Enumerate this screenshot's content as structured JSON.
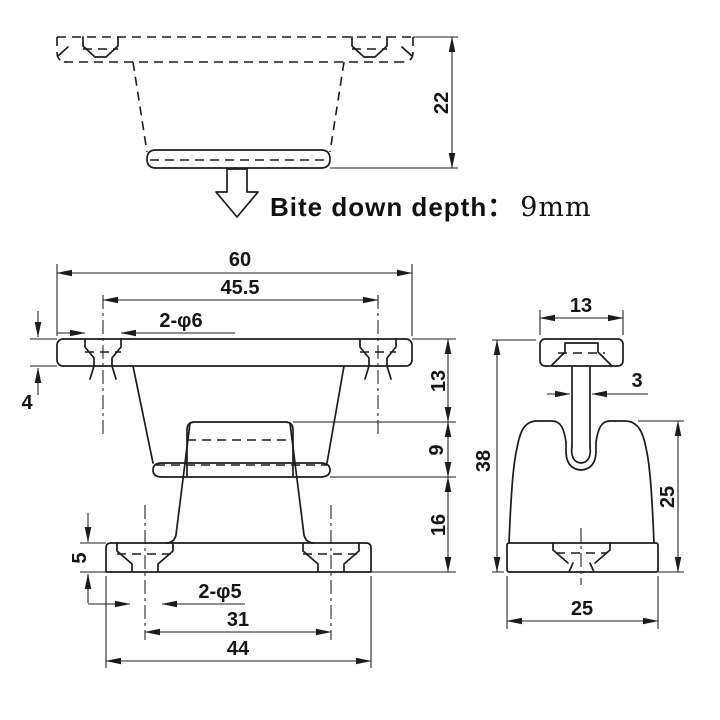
{
  "drawing": {
    "background": "#ffffff",
    "line_color": "#1c1c1c"
  },
  "annotation": {
    "label": "Bite down depth：",
    "value": "9mm"
  },
  "top_view": {
    "dims": {
      "overall_height": "22"
    }
  },
  "front_view": {
    "dims": {
      "overall_width": "60",
      "top_hole_spacing": "45.5",
      "top_holes": "2-φ6",
      "flange_thickness": "4",
      "upper_height": "13",
      "slot_height": "9",
      "lower_height": "16",
      "base_thickness": "5",
      "base_holes": "2-φ5",
      "base_hole_spacing": "31",
      "base_width": "44"
    }
  },
  "side_view": {
    "dims": {
      "top_width": "13",
      "stem_thickness": "3",
      "overall_height": "38",
      "jaw_height": "25",
      "base_depth": "25"
    }
  }
}
